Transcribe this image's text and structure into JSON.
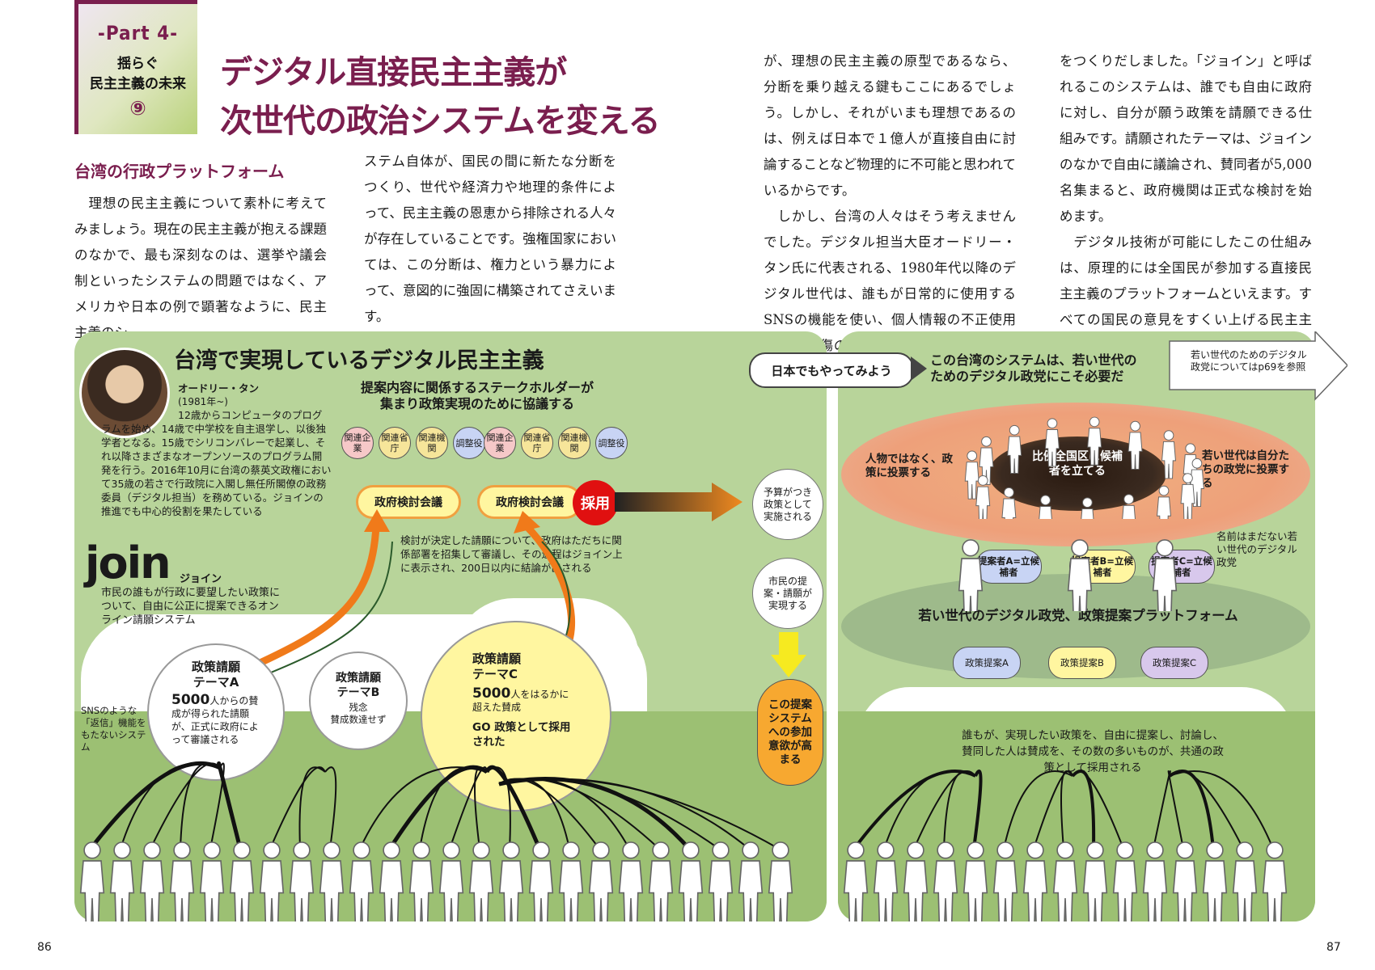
{
  "header": {
    "part_label": "-Part 4-",
    "part_subtitle_1": "揺らぐ",
    "part_subtitle_2": "民主主義の未来",
    "part_number": "⑨",
    "title_line1": "デジタル直接民主主義が",
    "title_line2": "次世代の政治システムを変える"
  },
  "article": {
    "subheading": "台湾の行政プラットフォーム",
    "col1": "　理想の民主主義について素朴に考えてみましょう。現在の民主主義が抱える課題のなかで、最も深刻なのは、選挙や議会制といったシステムの問題ではなく、アメリカや日本の例で顕著なように、民主主義のシ",
    "col2": "ステム自体が、国民の間に新たな分断をつくり、世代や経済力や地理的条件によって、民主主義の恩恵から排除される人々が存在していることです。強権国家においては、この分断は、権力という暴力によって、意図的に強固に構築されてさえいます。\n　ギリシアの全員参加型の直接民主主義",
    "col3": "が、理想の民主主義の原型であるなら、分断を乗り越える鍵もここにあるでしょう。しかし、それがいまも理想であるのは、例えば日本で１億人が直接自由に討論することなど物理的に不可能と思われているからです。\n　しかし、台湾の人々はそう考えませんでした。デジタル担当大臣オードリー・タン氏に代表される、1980年代以降のデジタル世代は、誰もが日常的に使用するSNSの機能を使い、個人情報の不正使用や誹謗中傷の防止を徹底した行政プラットフォーム",
    "col4": "をつくりだしました。「ジョイン」と呼ばれるこのシステムは、誰でも自由に政府に対し、自分が願う政策を請願できる仕組みです。請願されたテーマは、ジョインのなかで自由に議論され、賛同者が5,000名集まると、政府機関は正式な検討を始めます。\n　デジタル技術が可能にしたこの仕組みは、原理的には全国民が参加する直接民主主義のプラットフォームといえます。すべての国民の意見をすくい上げる民主主義の入り口が、いまの日本にも望まれます。"
  },
  "left_panel": {
    "title": "台湾で実現しているデジタル民主主義",
    "profile_name": "オードリー・タン",
    "profile_years": "(1981年~)",
    "profile_bio": "12歳からコンピュータのプログラムを始め、14歳で中学校を自主退学し、以後独学者となる。15歳でシリコンバレーで起業し、それ以降さまざまなオープンソースのプログラム開発を行う。2016年10月に台湾の蔡英文政権において35歳の若さで行政院に入閣し無任所閣僚の政務委員（デジタル担当）を務めている。ジョインの推進でも中心的役割を果たしている",
    "stakeholder_heading_1": "提案内容に関係するステークホルダーが",
    "stakeholder_heading_2": "集まり政策実現のために協議する",
    "stakeholders": [
      "関連企業",
      "関連省庁",
      "関連機関",
      "調整役"
    ],
    "council_label": "政府検討会議",
    "adopted_label": "採用",
    "process_note": "検討が決定した請願について、政府はただちに関係部署を招集して審議し、その過程はジョイン上に表示され、200日以内に結論が出される",
    "join_logo": "join",
    "join_reading": "ジョイン",
    "join_desc": "市民の誰もが行政に要望したい政策について、自由に公正に提案できるオンライン請願システム",
    "themeA_title_1": "政策請願",
    "themeA_title_2": "テーマA",
    "themeA_big": "5000",
    "themeA_desc": "人からの賛成が得られた請願が、正式に政府によって審議される",
    "themeB_title_1": "政策請願",
    "themeB_title_2": "テーマB",
    "themeB_desc": "残念\n賛成数達せず",
    "themeC_title_1": "政策請願",
    "themeC_title_2": "テーマC",
    "themeC_big": "5000",
    "themeC_desc": "人をはるかに超えた賛成",
    "themeC_result": "GO 政策として採用された",
    "sns_note": "SNSのような「返信」機能をもたないシステム",
    "budget_note": "予算がつき政策として実施される",
    "citizen_note": "市民の提案・請願が実現する",
    "motivation_note": "この提案システムへの参加意欲が高まる"
  },
  "right_panel": {
    "japan_label": "日本でもやってみよう",
    "headline_1": "この台湾のシステムは、若い世代の",
    "headline_2": "ためのデジタル政党にこそ必要だ",
    "reference_note": "若い世代のためのデジタル政党についてはp69を参照",
    "pr_label": "比例全国区に候補者を立てる",
    "vote_policy": "人物ではなく、政策に投票する",
    "vote_party": "若い世代は自分たちの政党に投票する",
    "candidates": [
      "提案者A=立候補者",
      "提案者B=立候補者",
      "提案者C=立候補者"
    ],
    "unnamed_party": "名前はまだない若い世代のデジタル政党",
    "platform_label": "若い世代のデジタル政党、政策提案プラットフォーム",
    "proposals": [
      "政策提案A",
      "政策提案B",
      "政策提案C"
    ],
    "cloud_text": "誰もが、実現したい政策を、自由に提案し、討論し、賛同した人は賛成を、その数の多いものが、共通の政策として採用される"
  },
  "page_numbers": {
    "left": "86",
    "right": "87"
  },
  "colors": {
    "accent": "#7a1e4e",
    "panel_green": "#b8d49a",
    "orange_arrow": "#f07a1a",
    "yellow": "#fff6a0",
    "red_badge": "#e01010"
  }
}
